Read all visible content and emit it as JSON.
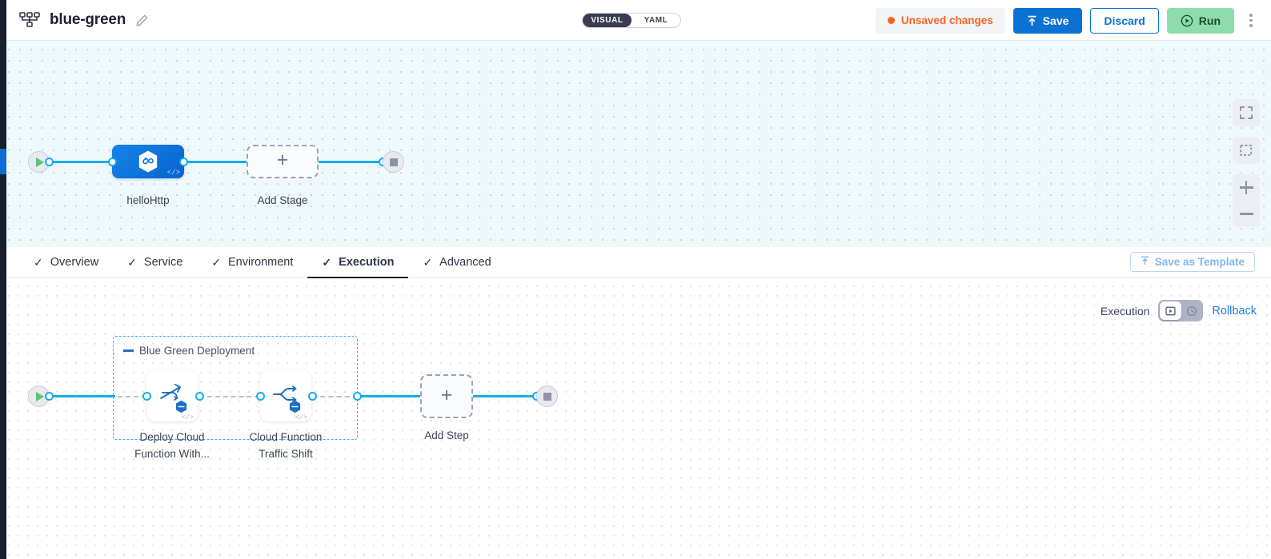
{
  "header": {
    "pipeline_icon": "pipeline-nodes-icon",
    "title": "blue-green",
    "edit_icon": "pencil-edit-icon",
    "mode_toggle": {
      "options": [
        "VISUAL",
        "YAML"
      ],
      "selected": "VISUAL"
    },
    "unsaved_label": "Unsaved changes",
    "save_label": "Save",
    "discard_label": "Discard",
    "run_label": "Run",
    "overflow_icon": "kebab-menu-icon"
  },
  "stage_canvas": {
    "start_node": "start-node",
    "end_node": "end-node",
    "stages": [
      {
        "name": "helloHttp",
        "icon": "hexagon-infinity-icon",
        "code_badge": "</>"
      }
    ],
    "add_stage_label": "Add Stage",
    "add_stage_icon": "plus-icon"
  },
  "canvas_controls": {
    "fit_icon": "fit-to-screen-icon",
    "select_icon": "marquee-select-icon",
    "zoom_in_icon": "zoom-in-icon",
    "zoom_out_icon": "zoom-out-icon"
  },
  "tabs": [
    {
      "label": "Overview",
      "check": "✓",
      "active": false
    },
    {
      "label": "Service",
      "check": "✓",
      "active": false
    },
    {
      "label": "Environment",
      "check": "✓",
      "active": false
    },
    {
      "label": "Execution",
      "check": "✓",
      "active": true
    },
    {
      "label": "Advanced",
      "check": "✓",
      "active": false
    }
  ],
  "save_as_template": {
    "label": "Save as Template",
    "icon": "upload-template-icon"
  },
  "execution_controls": {
    "label": "Execution",
    "toggle_on_icon": "execution-play-icon",
    "toggle_off_icon": "rollback-rotate-icon",
    "toggle_state": "execution",
    "rollback_label": "Rollback"
  },
  "execution_canvas": {
    "start_node": "start-node",
    "end_node": "end-node",
    "group": {
      "label": "Blue Green Deployment",
      "steps": [
        {
          "name": "Deploy Cloud\nFunction With...",
          "line1": "Deploy Cloud",
          "line2": "Function With...",
          "icon": "deploy-function-icon",
          "badge": "hex-minus-badge",
          "code_badge": "</>"
        },
        {
          "name": "Cloud Function\nTraffic Shift",
          "line1": "Cloud Function",
          "line2": "Traffic Shift",
          "icon": "traffic-shift-icon",
          "badge": "hex-minus-badge",
          "code_badge": "</>"
        }
      ]
    },
    "add_step_label": "Add Step",
    "add_step_icon": "plus-icon"
  },
  "colors": {
    "accent_blue": "#0b72d4",
    "edge_cyan": "#15aeeb",
    "run_green": "#8edcab",
    "unsaved_orange": "#f26722",
    "group_border": "#35b4ed",
    "rail_dark": "#16202e"
  }
}
